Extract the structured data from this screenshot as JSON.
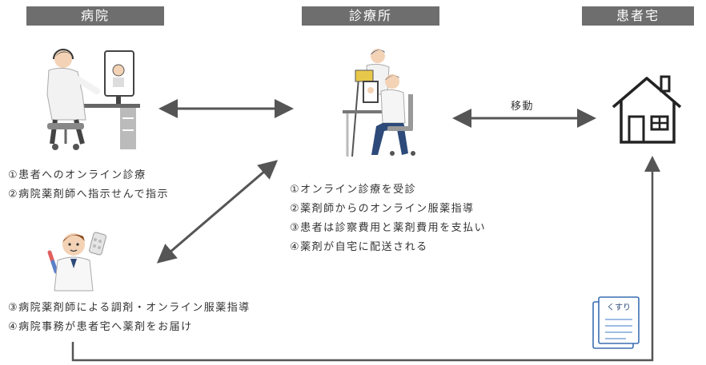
{
  "headers": {
    "hospital": "病院",
    "clinic": "診療所",
    "home": "患者宅"
  },
  "labels": {
    "move": "移動",
    "medicine": "くすり"
  },
  "hospital_steps": [
    "①患者へのオンライン診療",
    "②病院薬剤師へ指示せんで指示"
  ],
  "clinic_steps": [
    "①オンライン診療を受診",
    "②薬剤師からのオンライン服薬指導",
    "③患者は診察費用と薬剤費用を支払い",
    "④薬剤が自宅に配送される"
  ],
  "pharmacist_steps": [
    "③病院薬剤師による調剤・オンライン服薬指導",
    "④病院事務が患者宅へ薬剤をお届け"
  ],
  "colors": {
    "header_bg": "#6e6e6e",
    "arrow": "#555555",
    "navy": "#2d4a7a",
    "coat": "#f2f2f2",
    "skin": "#f3d2b5"
  }
}
